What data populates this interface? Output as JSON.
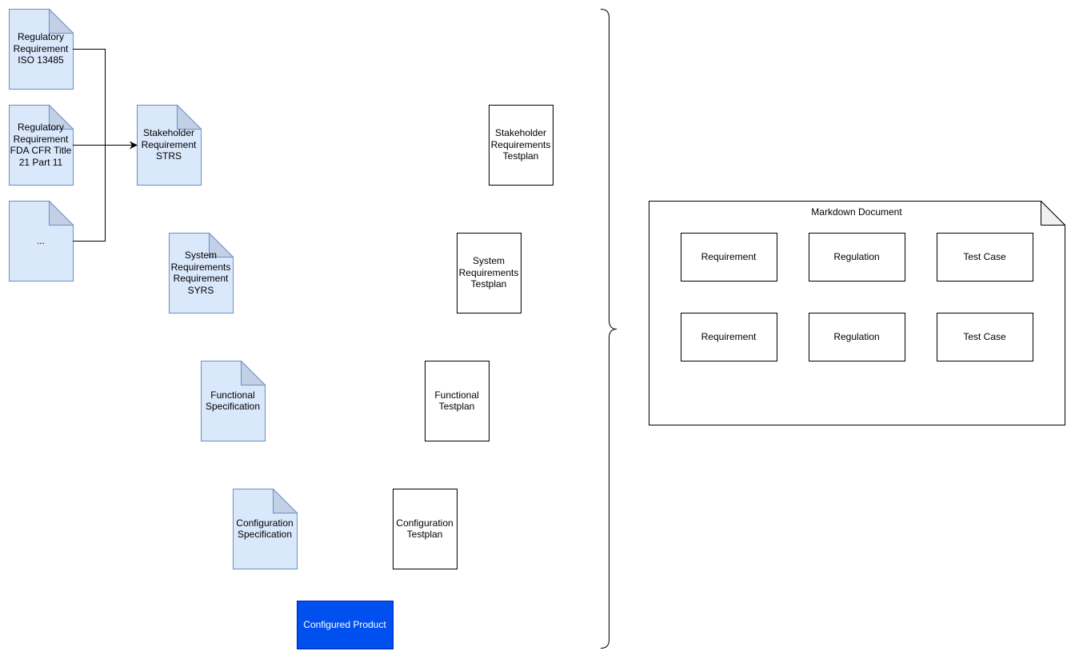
{
  "colors": {
    "doc_fill": "#dae8fc",
    "doc_stroke": "#6c8ebf",
    "doc_fold": "#c3d1e6",
    "plain_fill": "#ffffff",
    "stroke": "#000000",
    "product_fill": "#0050ef",
    "product_stroke": "#001dbc",
    "product_text": "#ffffff",
    "markdown_fold": "#f1f1f1"
  },
  "regulatory": {
    "iso": "Regulatory\nRequirement\nISO 13485",
    "fda": "Regulatory\nRequirement\nFDA CFR Title\n21 Part 11",
    "other": "..."
  },
  "specs": {
    "stakeholder": "Stakeholder\nRequirement\nSTRS",
    "system": "System\nRequirements\nRequirement\nSYRS",
    "functional": "Functional\nSpecification",
    "configuration": "Configuration\nSpecification"
  },
  "testplans": {
    "stakeholder": "Stakeholder\nRequirements\nTestplan",
    "system": "System\nRequirements\nTestplan",
    "functional": "Functional\nTestplan",
    "configuration": "Configuration\nTestplan"
  },
  "product": {
    "label": "Configured Product"
  },
  "markdown": {
    "title": "Markdown Document",
    "rows": [
      [
        "Requirement",
        "Regulation",
        "Test Case"
      ],
      [
        "Requirement",
        "Regulation",
        "Test Case"
      ]
    ]
  }
}
